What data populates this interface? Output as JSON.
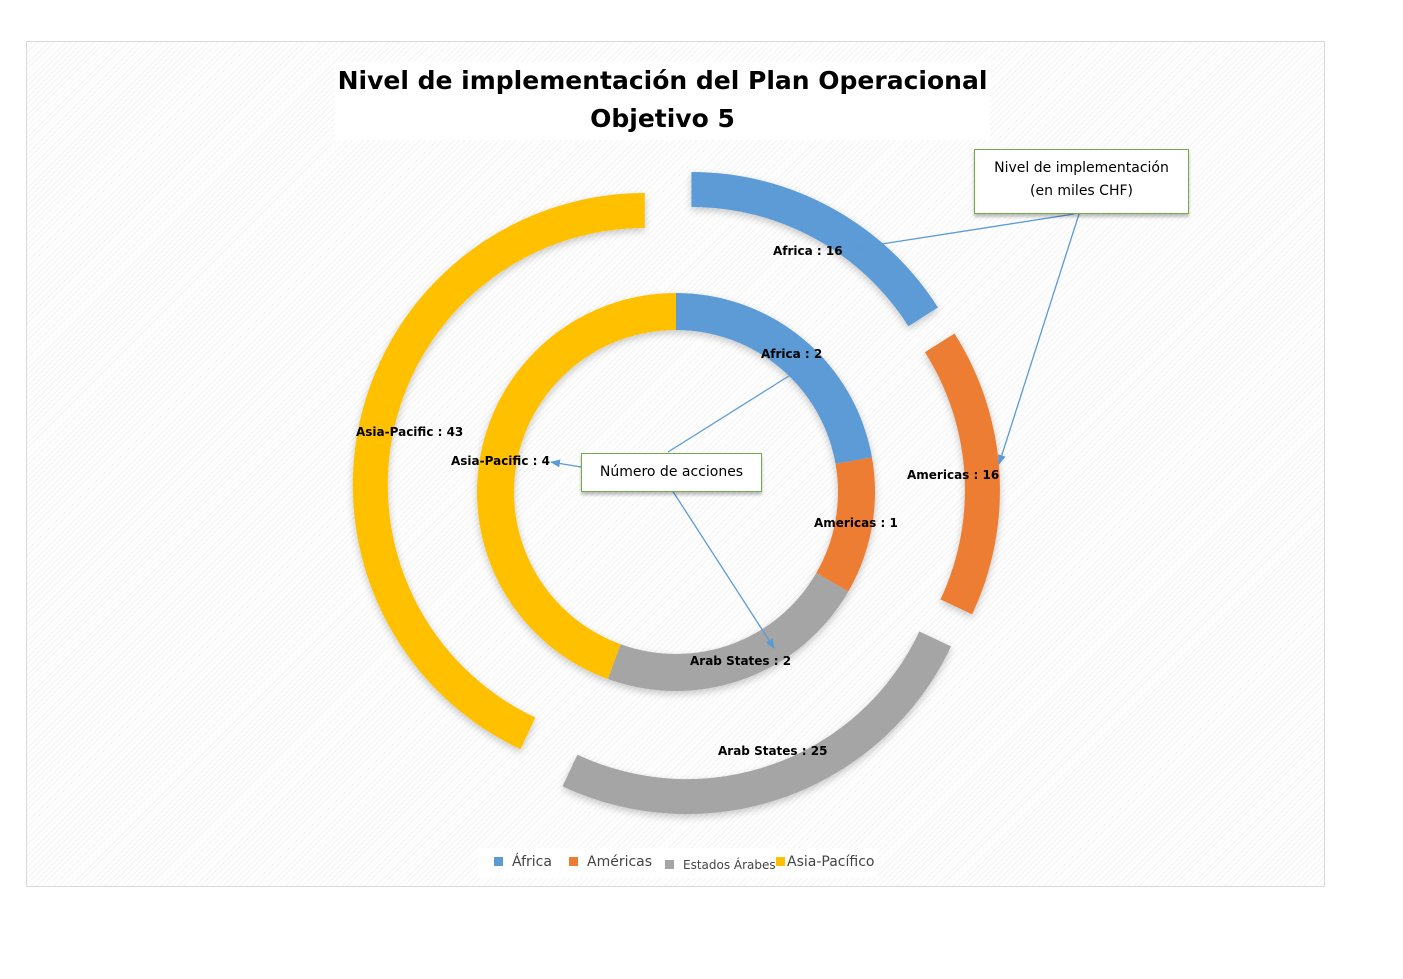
{
  "title": {
    "line1": "Nivel de implementación del Plan Operacional",
    "line2": "Objetivo 5"
  },
  "callouts": {
    "implementation": [
      "Nivel de implementación",
      "(en miles CHF)"
    ],
    "actions": "Número de acciones"
  },
  "legend": [
    {
      "label": "África",
      "color": "#5b9bd5"
    },
    {
      "label": "Américas",
      "color": "#ed7d31"
    },
    {
      "label": "Estados Árabes",
      "color": "#a5a5a5"
    },
    {
      "label": "Asia-Pacífico",
      "color": "#ffc000"
    }
  ],
  "chart_data": [
    {
      "type": "pie",
      "variant": "donut-exploded",
      "ring": "outer",
      "measure": "Nivel de implementación (en miles CHF)",
      "categories": [
        "Africa",
        "Americas",
        "Arab States",
        "Asia-Pacific"
      ],
      "values": [
        16,
        16,
        25,
        43
      ],
      "labels": [
        "Africa  : 16",
        "Americas : 16",
        "Arab States : 25",
        "Asia-Pacific : 43"
      ],
      "colors": [
        "#5b9bd5",
        "#ed7d31",
        "#a5a5a5",
        "#ffc000"
      ]
    },
    {
      "type": "pie",
      "variant": "donut",
      "ring": "inner",
      "measure": "Número de acciones",
      "categories": [
        "Africa",
        "Americas",
        "Arab States",
        "Asia-Pacific"
      ],
      "values": [
        2,
        1,
        2,
        4
      ],
      "labels": [
        "Africa  : 2",
        "Americas : 1",
        "Arab States : 2",
        "Asia-Pacific : 4"
      ],
      "colors": [
        "#5b9bd5",
        "#ed7d31",
        "#a5a5a5",
        "#ffc000"
      ]
    }
  ]
}
